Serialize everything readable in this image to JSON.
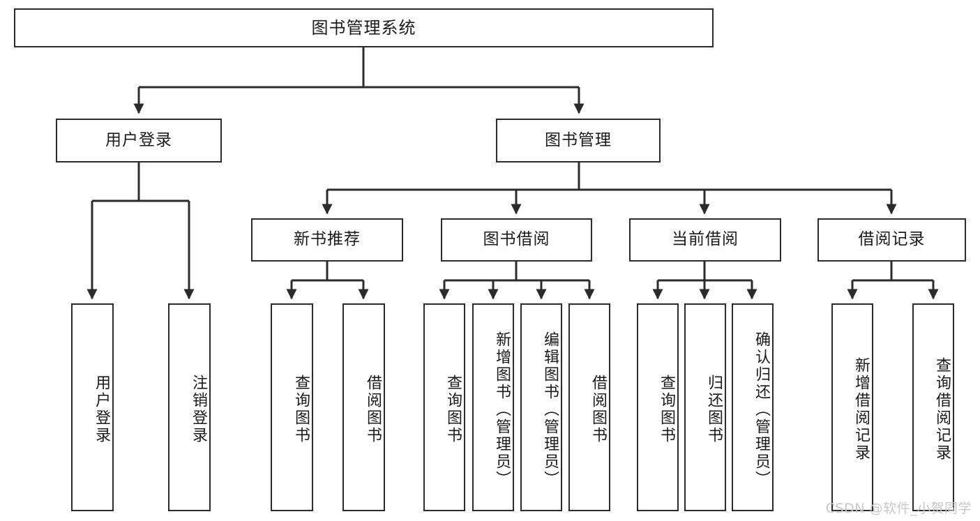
{
  "diagram": {
    "title": "图书管理系统",
    "type": "hierarchy-tree",
    "watermark": "CSDN @软件_小贺同学",
    "colors": {
      "border": "#2b2b2b",
      "background": "#ffffff",
      "text": "#1a1a1a",
      "watermark": "#c8c8c8"
    },
    "nodes": {
      "root": {
        "label": "图书管理系统"
      },
      "level2": [
        {
          "label": "用户登录"
        },
        {
          "label": "图书管理"
        }
      ],
      "level3": [
        {
          "label": "新书推荐"
        },
        {
          "label": "图书借阅"
        },
        {
          "label": "当前借阅"
        },
        {
          "label": "借阅记录"
        }
      ],
      "leaves": {
        "user_login": [
          {
            "label": "用户登录"
          },
          {
            "label": "注销登录"
          }
        ],
        "new_book_recommend": [
          {
            "label": "查询图书"
          },
          {
            "label": "借阅图书"
          }
        ],
        "book_borrow": [
          {
            "label": "查询图书"
          },
          {
            "label": "新增图书（管理员）"
          },
          {
            "label": "编辑图书（管理员）"
          },
          {
            "label": "借阅图书"
          }
        ],
        "current_borrow": [
          {
            "label": "查询图书"
          },
          {
            "label": "归还图书"
          },
          {
            "label": "确认归还（管理员）"
          }
        ],
        "borrow_record": [
          {
            "label": "新增借阅记录"
          },
          {
            "label": "查询借阅记录"
          }
        ]
      }
    }
  }
}
